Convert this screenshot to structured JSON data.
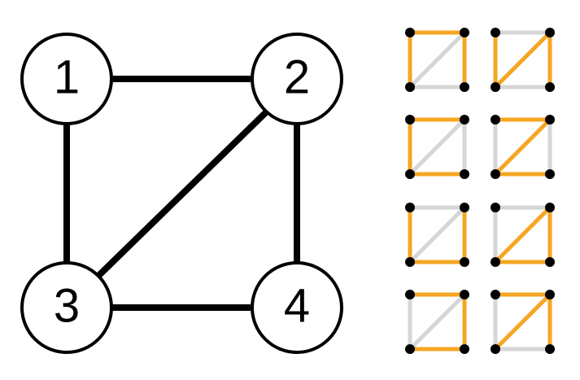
{
  "colors": {
    "edge": "#000000",
    "node_fill": "#ffffff",
    "highlight": "#F5A623",
    "inactive": "#D6D6D6",
    "vertex": "#000000"
  },
  "graph": {
    "nodes": [
      {
        "id": "1",
        "label": "1"
      },
      {
        "id": "2",
        "label": "2"
      },
      {
        "id": "3",
        "label": "3"
      },
      {
        "id": "4",
        "label": "4"
      }
    ],
    "edges": [
      {
        "id": "1-2",
        "from": "1",
        "to": "2"
      },
      {
        "id": "1-3",
        "from": "1",
        "to": "3"
      },
      {
        "id": "2-3",
        "from": "2",
        "to": "3"
      },
      {
        "id": "2-4",
        "from": "2",
        "to": "4"
      },
      {
        "id": "3-4",
        "from": "3",
        "to": "4"
      }
    ]
  },
  "spanning_trees": [
    [
      "1-2",
      "1-3",
      "2-4"
    ],
    [
      "1-3",
      "2-3",
      "2-4"
    ],
    [
      "1-2",
      "1-3",
      "3-4"
    ],
    [
      "1-2",
      "2-3",
      "3-4"
    ],
    [
      "1-3",
      "2-4",
      "3-4"
    ],
    [
      "2-3",
      "2-4",
      "3-4"
    ],
    [
      "1-2",
      "2-4",
      "3-4"
    ],
    [
      "1-2",
      "2-3",
      "2-4"
    ]
  ]
}
